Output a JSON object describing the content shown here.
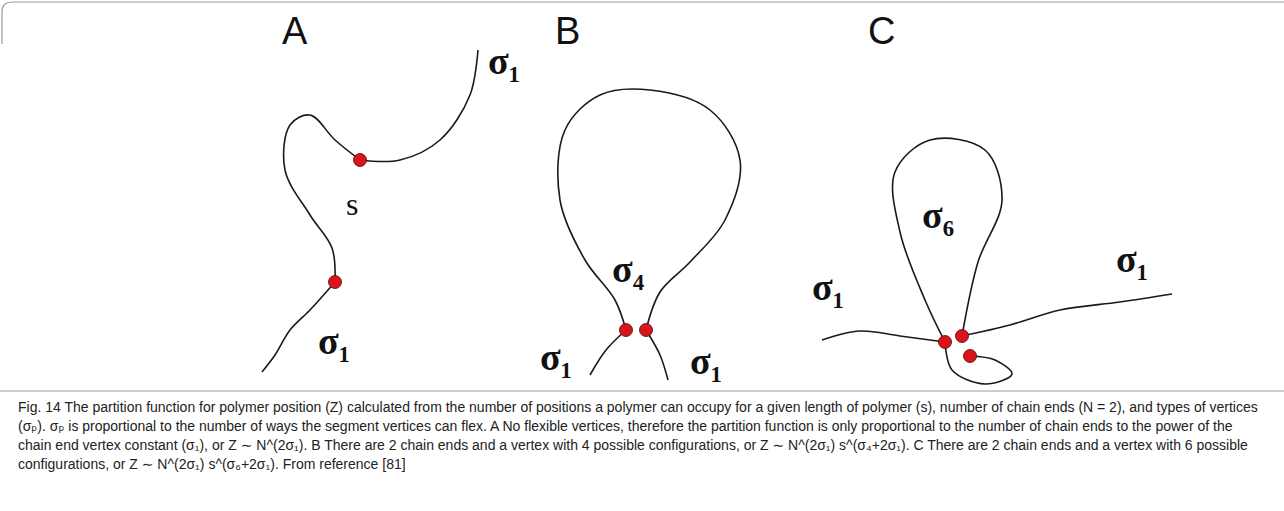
{
  "diagram": {
    "caption": "Fig. 14 The partition function for polymer position (Z) calculated from the number of positions a polymer can occupy for a given length of polymer (s), number of chain ends (N = 2), and types of vertices (σₚ). σₚ is proportional to the number of ways the segment vertices can flex. A No flexible vertices, therefore the partition function is only proportional to the number of chain ends to the power of the chain end vertex constant (σ₁), or Z ∼ N^(2σ₁). B There are 2 chain ends and a vertex with 4 possible configurations, or Z ∼ N^(2σ₁) s^(σ₄+2σ₁). C There are 2 chain ends and a vertex with 6 possible configurations, or Z ∼ N^(2σ₁) s^(σ₆+2σ₁). From reference [81]",
    "labels": [
      "A",
      "B",
      "C",
      "σ₁",
      "s",
      "σ₁",
      "σ₁",
      "σ₄",
      "σ₁",
      "σ₁",
      "σ₆",
      "σ₁"
    ]
  }
}
